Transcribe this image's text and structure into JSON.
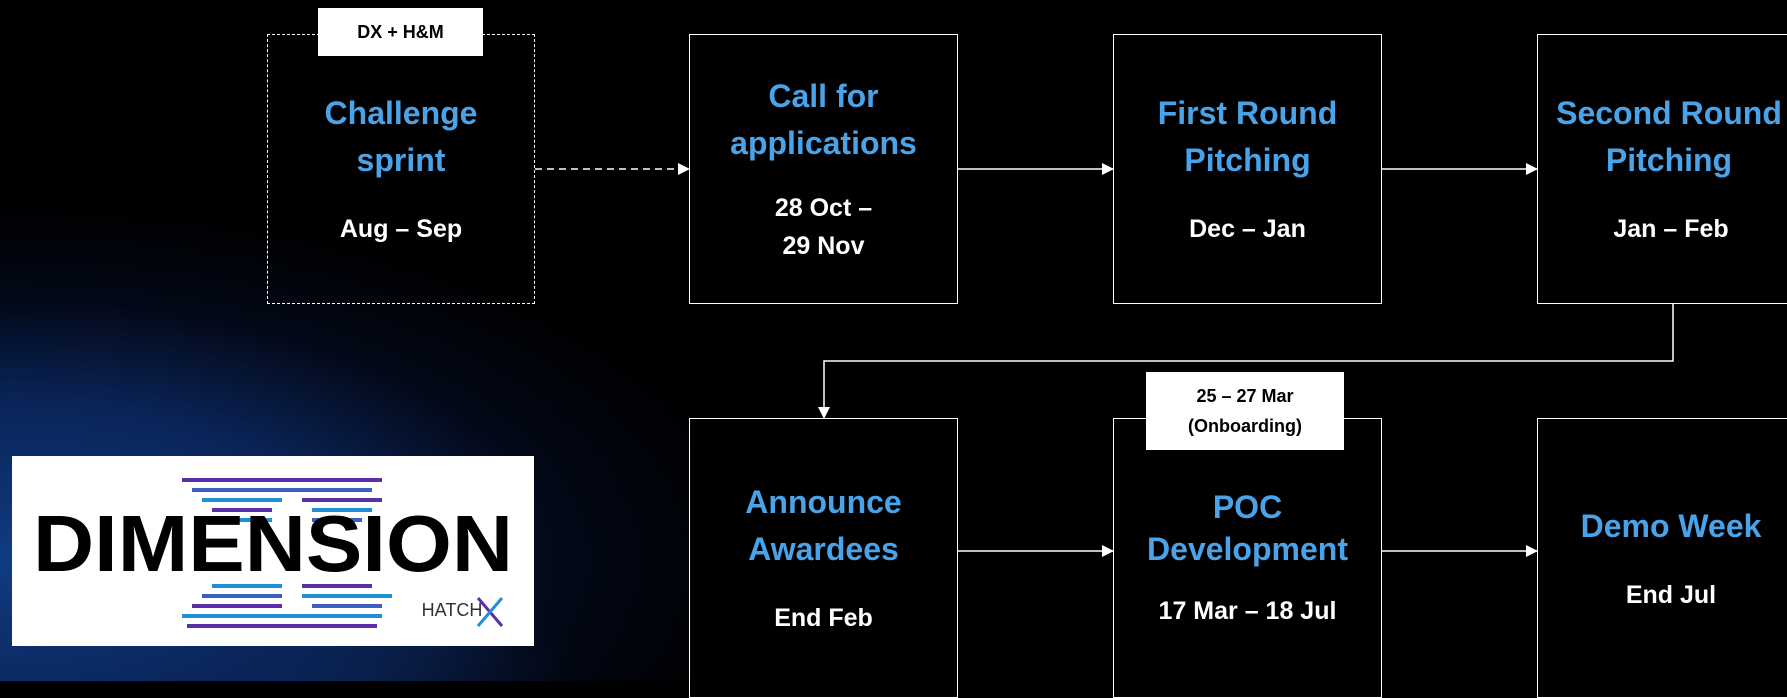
{
  "stages": {
    "challenge_sprint": {
      "title": "Challenge\nsprint",
      "date": "Aug – Sep",
      "tag": "DX + H&M"
    },
    "call_for_applications": {
      "title": "Call for\napplications",
      "date": "28 Oct –\n29 Nov"
    },
    "first_round": {
      "title": "First Round\nPitching",
      "date": "Dec – Jan"
    },
    "second_round": {
      "title": "Second Round\nPitching",
      "date": "Jan – Feb"
    },
    "announce_awardees": {
      "title": "Announce\nAwardees",
      "date": "End Feb"
    },
    "poc_development": {
      "title": "POC\nDevelopment",
      "date": "17 Mar – 18 Jul",
      "tag": "25 – 27 Mar\n(Onboarding)"
    },
    "demo_week": {
      "title": "Demo Week",
      "date": "End Jul"
    }
  },
  "logo": {
    "wordmark": "DIMENSION",
    "sub_brand": "HATCH"
  },
  "colors": {
    "stage_title": "#4aa3e8",
    "box_border": "#ffffff",
    "background": "#000000",
    "glow": "#103c82",
    "logo_stripe_purple": "#5b2fa8",
    "logo_stripe_blue": "#1f8fd6"
  }
}
